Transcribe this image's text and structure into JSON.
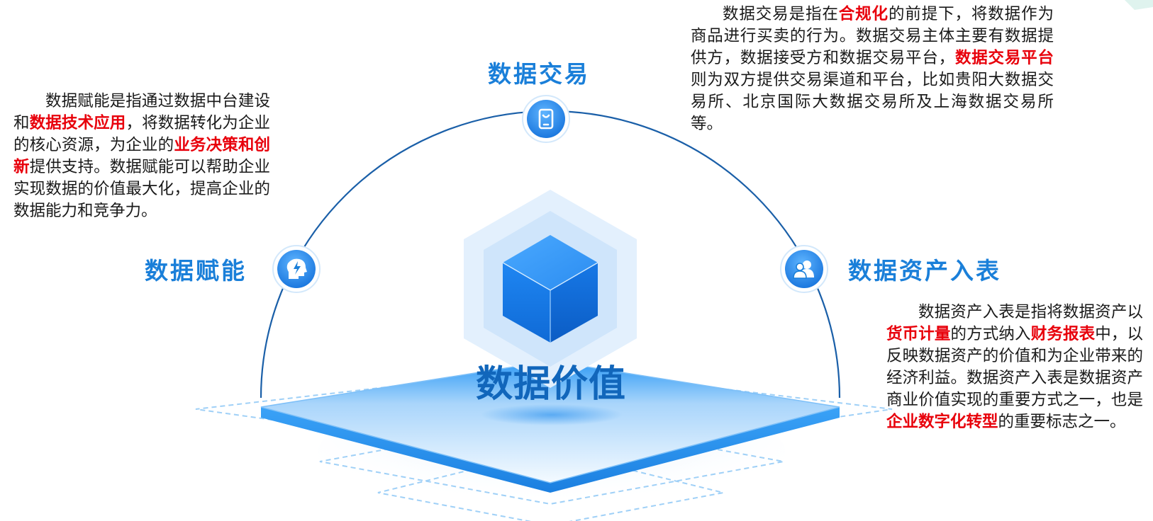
{
  "center_title": "数据价值",
  "nodes": [
    {
      "id": "fuzhi",
      "title": "数据赋能",
      "icon": "lightning-head-icon",
      "paragraph": [
        {
          "t": "数据赋能是指通过数据中台建设和",
          "h": false
        },
        {
          "t": "数据技术应用",
          "h": true
        },
        {
          "t": "，将数据转化为企业的核心资源，为企业的",
          "h": false
        },
        {
          "t": "业务决策和创新",
          "h": true
        },
        {
          "t": "提供支持。数据赋能可以帮助企业实现数据的价值最大化，提高企业的数据能力和竞争力。",
          "h": false
        }
      ]
    },
    {
      "id": "jiaoyi",
      "title": "数据交易",
      "icon": "shopping-bag-icon",
      "paragraph": [
        {
          "t": "数据交易是指在",
          "h": false
        },
        {
          "t": "合规化",
          "h": true
        },
        {
          "t": "的前提下，将数据作为商品进行买卖的行为。数据交易主体主要有数据提供方，数据接受方和数据交易平台，",
          "h": false
        },
        {
          "t": "数据交易平台",
          "h": true
        },
        {
          "t": "则为双方提供交易渠道和平台，比如贵阳大数据交易所、北京国际大数据交易所及上海数据交易所等。",
          "h": false
        }
      ]
    },
    {
      "id": "ruibiao",
      "title": "数据资产入表",
      "icon": "users-icon",
      "paragraph": [
        {
          "t": "数据资产入表是指将数据资产以",
          "h": false
        },
        {
          "t": "货币计量",
          "h": true
        },
        {
          "t": "的方式纳入",
          "h": false
        },
        {
          "t": "财务报表",
          "h": true
        },
        {
          "t": "中，以反映数据资产的价值和为企业带来的经济利益。数据资产入表是数据资产商业价值实现的重要方式之一，也是",
          "h": false
        },
        {
          "t": "企业数字化转型",
          "h": true
        },
        {
          "t": "的重要标志之一。",
          "h": false
        }
      ]
    }
  ],
  "colors": {
    "primary_blue": "#1a7fd9",
    "dark_blue": "#1166bb",
    "arc_blue": "#1a5fa8",
    "highlight_red": "#e8000b",
    "text": "#1a1a1a"
  }
}
